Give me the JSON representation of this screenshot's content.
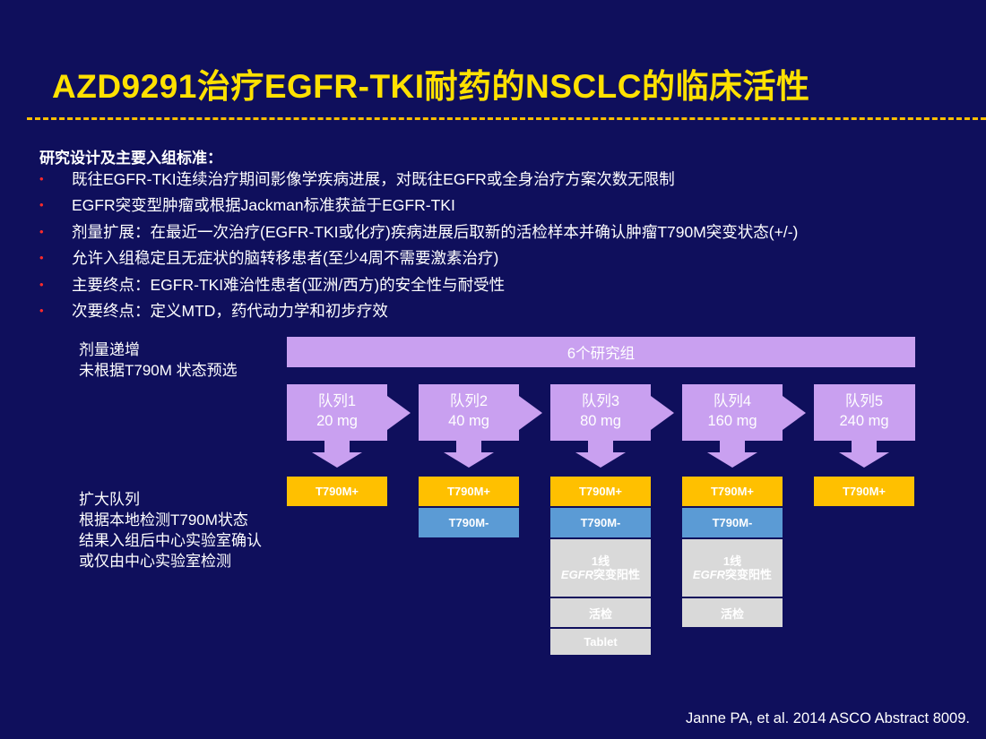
{
  "title": "AZD9291治疗EGFR-TKI耐药的NSCLC的临床活性",
  "design_header": "研究设计及主要入组标准：",
  "bullets": [
    "既往EGFR-TKI连续治疗期间影像学疾病进展，对既往EGFR或全身治疗方案次数无限制",
    "EGFR突变型肿瘤或根据Jackman标准获益于EGFR-TKI",
    "剂量扩展：在最近一次治疗(EGFR-TKI或化疗)疾病进展后取新的活检样本并确认肿瘤T790M突变状态(+/-)",
    "允许入组稳定且无症状的脑转移患者(至少4周不需要激素治疗)",
    "主要终点：EGFR-TKI难治性患者(亚洲/西方)的安全性与耐受性",
    "次要终点：定义MTD，药代动力学和初步疗效"
  ],
  "dose_escalation_label": "剂量递增\n未根据T790M 状态预选",
  "expansion_label": "扩大队列\n根据本地检测T790M状态\n结果入组后中心实验室确认\n或仅由中心实验室检测",
  "banner": "6个研究组",
  "cohorts": [
    {
      "name": "队列1",
      "dose": "20 mg",
      "pos": "T790M+"
    },
    {
      "name": "队列2",
      "dose": "40 mg",
      "pos": "T790M+",
      "neg": "T790M-"
    },
    {
      "name": "队列3",
      "dose": "80 mg",
      "pos": "T790M+",
      "neg": "T790M-",
      "first_line_pre": "1线",
      "first_line_italic": "EGFR",
      "first_line_post": "突变阳性",
      "biopsy": "活检",
      "tablet": "Tablet"
    },
    {
      "name": "队列4",
      "dose": "160 mg",
      "pos": "T790M+",
      "neg": "T790M-",
      "first_line_pre": "1线",
      "first_line_italic": "EGFR",
      "first_line_post": "突变阳性",
      "biopsy": "活检"
    },
    {
      "name": "队列5",
      "dose": "240 mg",
      "pos": "T790M+"
    }
  ],
  "citation": "Janne PA, et al. 2014 ASCO Abstract 8009.",
  "colors": {
    "background": "#0f0f5c",
    "title": "#ffe100",
    "arrow": "#c9a0f0",
    "positive": "#ffc000",
    "negative": "#5b9bd5",
    "gray": "#d9d9d9",
    "bullet": "#ff2a2a"
  }
}
